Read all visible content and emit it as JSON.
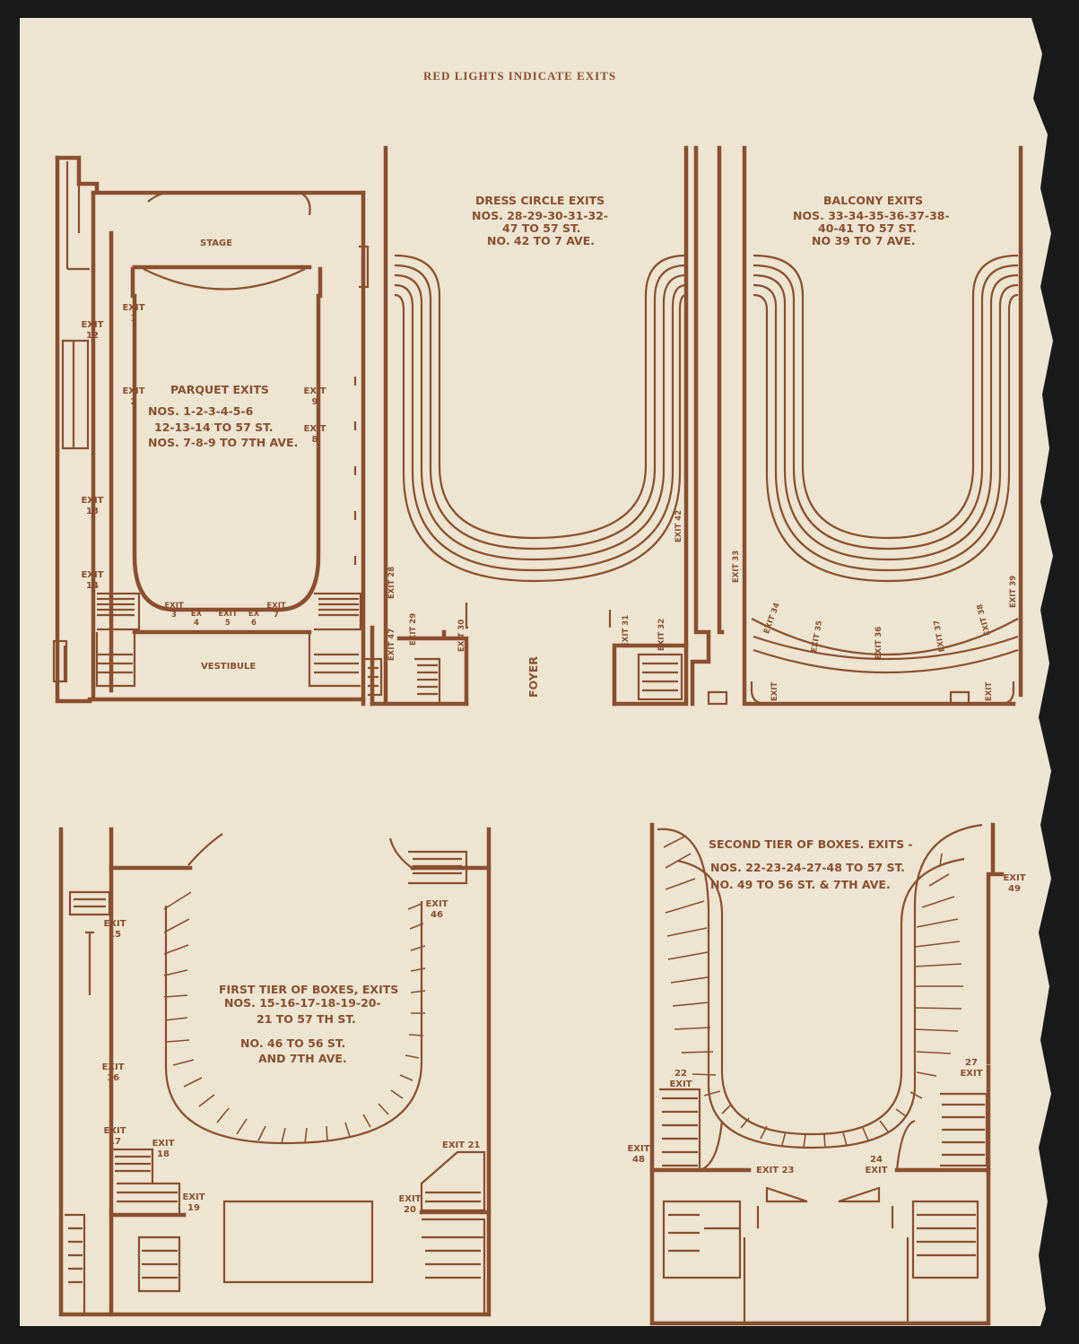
{
  "header": {
    "title": "RED LIGHTS INDICATE EXITS"
  },
  "colors": {
    "paper": "#ede4d2",
    "ink": "#8a4f2e",
    "background": "#1a1a1a"
  },
  "parquet": {
    "stage": "STAGE",
    "vestibule": "VESTIBULE",
    "title": "PARQUET EXITS",
    "line1": "NOS. 1-2-3-4-5-6",
    "line2": "12-13-14 TO 57 ST.",
    "line3": "NOS. 7-8-9 TO 7TH AVE.",
    "exits": {
      "e1": "EXIT 1",
      "e2": "EXIT 2",
      "e9": "EXIT 9",
      "e8": "EXIT 8",
      "e12": "EXIT 12",
      "e13": "EXIT 13",
      "e14": "EXIT 14",
      "e3": "EXIT 3",
      "e4": "EX 4",
      "e5": "EXIT 5",
      "e6": "EX 6",
      "e7": "EXIT 7"
    }
  },
  "dress_circle": {
    "title": "DRESS CIRCLE EXITS",
    "line1": "NOS. 28-29-30-31-32-",
    "line2": "47 TO 57 ST.",
    "line3": "NO. 42 TO 7 AVE.",
    "foyer": "FOYER",
    "exits": {
      "e28": "EXIT 28",
      "e47": "EXIT 47",
      "e29": "EXIT 29",
      "e30": "EXIT 30",
      "e31": "EXIT 31",
      "e32": "EXIT 32",
      "e42": "EXIT 42"
    }
  },
  "balcony": {
    "title": "BALCONY EXITS",
    "line1": "NOS. 33-34-35-36-37-38-",
    "line2": "40-41 TO 57 ST.",
    "line3": "NO 39 TO 7 AVE.",
    "exits": {
      "e33": "EXIT 33",
      "e34": "EXIT 34",
      "e35": "EXIT 35",
      "e36": "EXIT 36",
      "e37": "EXIT 37",
      "e38": "EXIT 38",
      "e39": "EXIT 39",
      "el": "EXIT",
      "er": "EXIT"
    }
  },
  "first_tier": {
    "title": "FIRST TIER OF BOXES, EXITS",
    "line1": "NOS. 15-16-17-18-19-20-",
    "line2": "21 TO 57 TH ST.",
    "line3": "NO. 46 TO 56 ST.",
    "line4": "AND 7TH AVE.",
    "exits": {
      "e15": "EXIT 15",
      "e16": "EXIT 16",
      "e17": "EXIT 17",
      "e18": "EXIT 18",
      "e19": "EXIT 19",
      "e20": "EXIT 20",
      "e21": "EXIT 21",
      "e46": "EXIT 46"
    }
  },
  "second_tier": {
    "title": "SECOND TIER OF BOXES. EXITS -",
    "line1": "NOS. 22-23-24-27-48 TO 57 ST.",
    "line2": "NO. 49 TO 56 ST. & 7TH AVE.",
    "exits": {
      "e22": "22 EXIT",
      "e27": "27 EXIT",
      "e48": "EXIT 48",
      "e49": "EXIT 49",
      "e23": "EXIT 23",
      "e24": "24 EXIT"
    }
  }
}
